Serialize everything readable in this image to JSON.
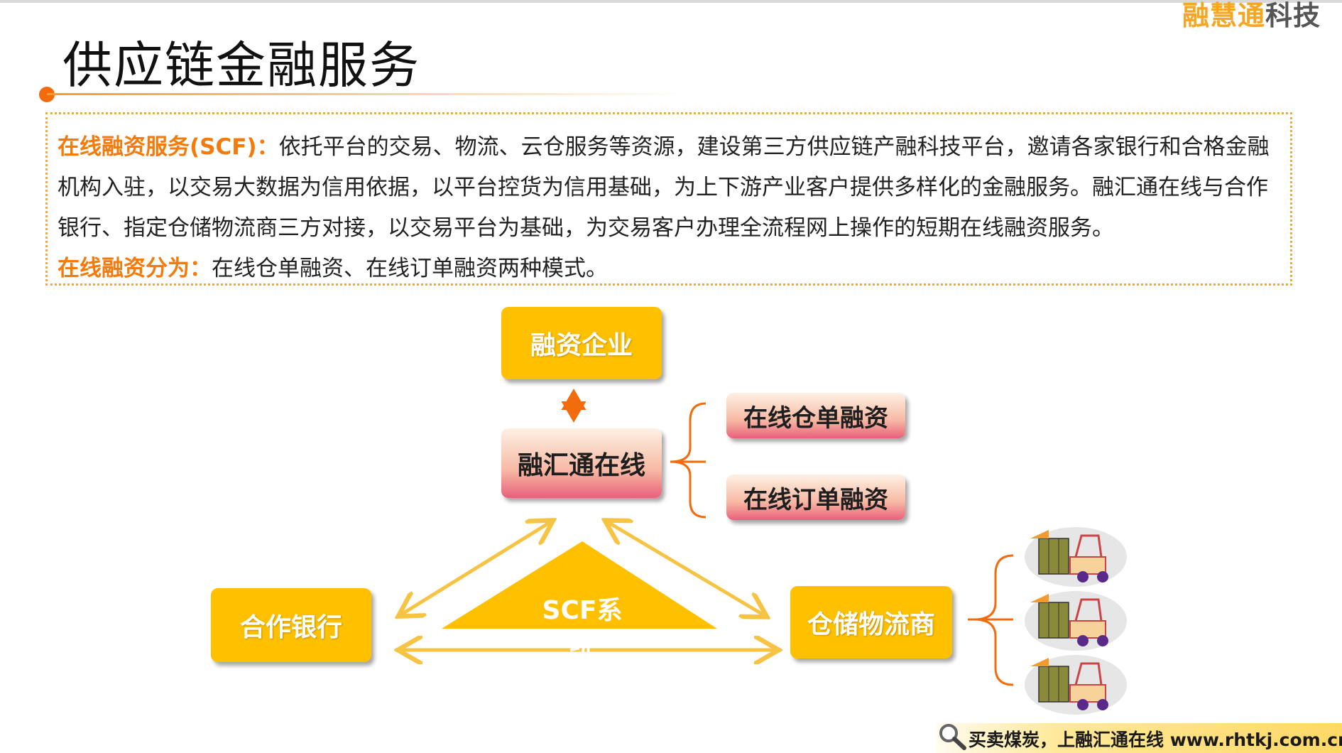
{
  "brand": {
    "part1": "融慧通",
    "part2": "科技"
  },
  "title": "供应链金融服务",
  "info": {
    "p1_label": "在线融资服务(SCF)：",
    "p1_text": "依托平台的交易、物流、云仓服务等资源，建设第三方供应链产融科技平台，邀请各家银行和合格金融机构入驻，以交易大数据为信用依据，以平台控货为信用基础，为上下游产业客户提供多样化的金融服务。融汇通在线与合作银行、指定仓储物流商三方对接，以交易平台为基础，为交易客户办理全流程网上操作的短期在线融资服务。",
    "p2_label": "在线融资分为：",
    "p2_text": "在线仓单融资、在线订单融资两种模式。"
  },
  "diagram": {
    "enterprise": "融资企业",
    "platform": "融汇通在线",
    "mode1": "在线仓单融资",
    "mode2": "在线订单融资",
    "bank": "合作银行",
    "system": "SCF系统",
    "logistics": "仓储物流商"
  },
  "colors": {
    "accent": "#f27b0c",
    "yellow": "#ffc000",
    "pink": "#e9607a"
  },
  "footer": {
    "text": "买卖煤炭，上融汇通在线 www.rhtkj.com.cn"
  }
}
